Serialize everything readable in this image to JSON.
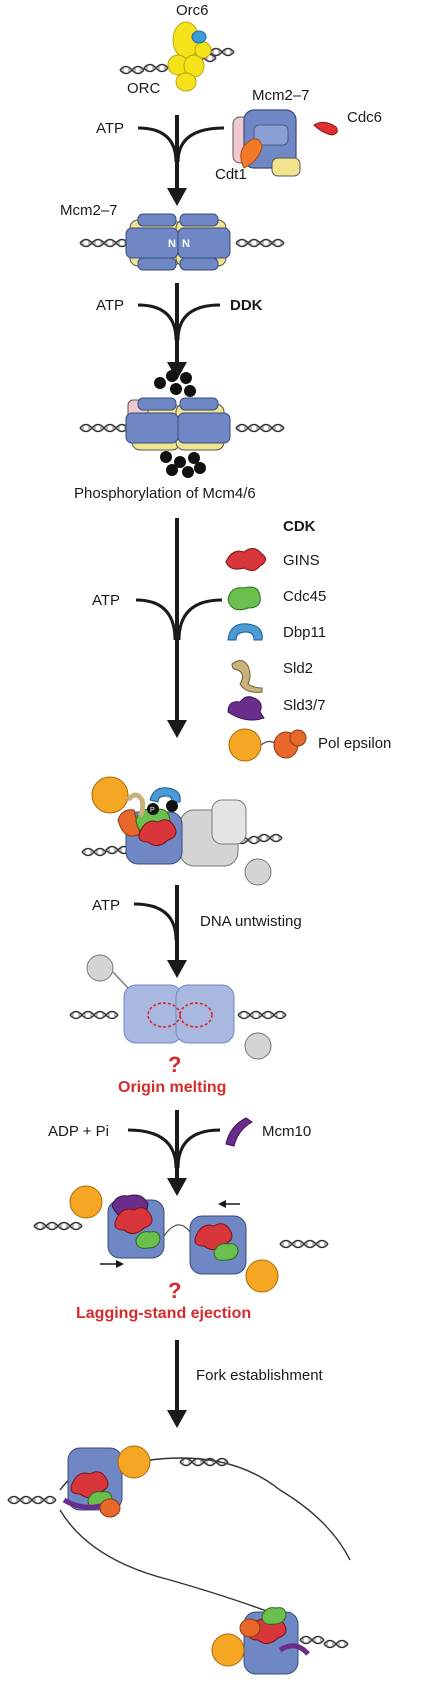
{
  "labels": {
    "orc6": "Orc6",
    "orc": "ORC",
    "mcm27_top": "Mcm2–7",
    "cdc6": "Cdc6",
    "cdt1": "Cdt1",
    "atp1": "ATP",
    "mcm27_dh": "Mcm2–7",
    "n_left": "N",
    "n_right": "N",
    "atp2": "ATP",
    "ddk": "DDK",
    "phospho_caption": "Phosphorylation of Mcm4/6",
    "p_mark": "P",
    "cdk": "CDK",
    "atp3": "ATP",
    "gins": "GINS",
    "cdc45": "Cdc45",
    "dbp11": "Dbp11",
    "sld2": "Sld2",
    "sld37": "Sld3/7",
    "pol_epsilon": "Pol epsilon",
    "atp4": "ATP",
    "dna_untwisting": "DNA untwisting",
    "question1": "?",
    "origin_melting": "Origin melting",
    "adp_pi": "ADP + Pi",
    "mcm10": "Mcm10",
    "question2": "?",
    "lagging_ejection": "Lagging-stand ejection",
    "fork_establishment": "Fork establishment"
  },
  "colors": {
    "mcm_blue": "#6f87c4",
    "mcm_yellow": "#f2e48e",
    "mcm_pink": "#f2c8cf",
    "orc_yellow": "#f5e21a",
    "orc6_blue": "#3b9bd6",
    "cdc6_red": "#e03030",
    "cdt1_orange": "#f07a2a",
    "gins_red": "#d8363b",
    "cdc45_green": "#6bbf4e",
    "dbp11_blue": "#4a9ad6",
    "sld2_tan": "#c9b27a",
    "sld37_purple": "#6a2d8c",
    "pol_orange": "#f5a623",
    "pol_dark_orange": "#e8672a",
    "grey_complex": "#d4d4d4",
    "melting_red": "#d62b2b",
    "arrow": "#1a1a1a"
  }
}
